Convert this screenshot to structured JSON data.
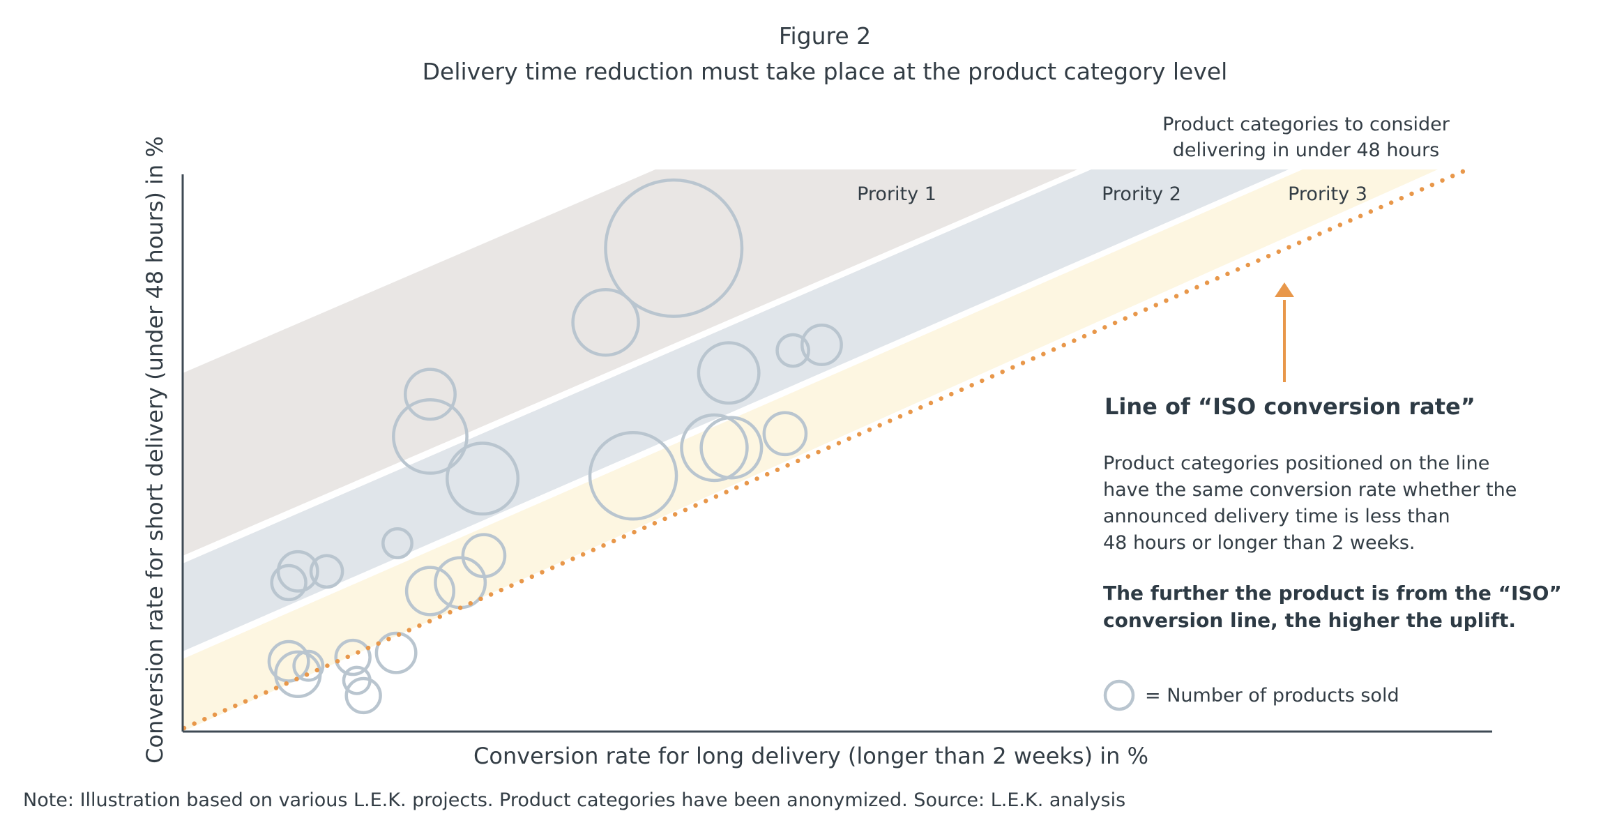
{
  "figure": {
    "label": "Figure 2",
    "title": "Delivery time reduction must take place at the product category level"
  },
  "chart_data": {
    "type": "bubble",
    "xlabel": "Conversion rate for long delivery (longer than 2 weeks) in %",
    "ylabel": "Conversion rate for short delivery (under 48 hours) in %",
    "xlim": [
      0,
      100
    ],
    "ylim": [
      0,
      100
    ],
    "ticks_shown": false,
    "grid": false,
    "bands": [
      {
        "name": "Prority 1",
        "color": "#e9e6e4"
      },
      {
        "name": "Prority 2",
        "color": "#e0e5ea"
      },
      {
        "name": "Prority 3",
        "color": "#fdf6e1"
      }
    ],
    "iso_line": {
      "x": [
        0,
        98
      ],
      "y": [
        0,
        100
      ],
      "style": "dotted",
      "color": "#e8974a"
    },
    "bubble_color": "#b9c5cf",
    "bubbles": [
      {
        "x": 37.5,
        "y": 86.0,
        "size": 5.2
      },
      {
        "x": 32.3,
        "y": 72.8,
        "size": 2.5
      },
      {
        "x": 18.9,
        "y": 52.5,
        "size": 2.8
      },
      {
        "x": 18.9,
        "y": 60.0,
        "size": 1.9
      },
      {
        "x": 22.9,
        "y": 45.0,
        "size": 2.7
      },
      {
        "x": 41.7,
        "y": 63.8,
        "size": 2.3
      },
      {
        "x": 46.6,
        "y": 67.8,
        "size": 1.2
      },
      {
        "x": 48.8,
        "y": 68.8,
        "size": 1.5
      },
      {
        "x": 34.4,
        "y": 45.5,
        "size": 3.3
      },
      {
        "x": 40.6,
        "y": 50.5,
        "size": 2.5
      },
      {
        "x": 41.9,
        "y": 50.5,
        "size": 2.3
      },
      {
        "x": 46.0,
        "y": 53.0,
        "size": 1.6
      },
      {
        "x": 8.8,
        "y": 28.5,
        "size": 1.5
      },
      {
        "x": 11.0,
        "y": 28.5,
        "size": 1.2
      },
      {
        "x": 8.1,
        "y": 26.5,
        "size": 1.3
      },
      {
        "x": 16.4,
        "y": 33.5,
        "size": 1.1
      },
      {
        "x": 18.9,
        "y": 25.0,
        "size": 1.8
      },
      {
        "x": 21.2,
        "y": 26.5,
        "size": 1.9
      },
      {
        "x": 23.0,
        "y": 31.3,
        "size": 1.6
      },
      {
        "x": 8.1,
        "y": 12.5,
        "size": 1.5
      },
      {
        "x": 9.6,
        "y": 11.7,
        "size": 1.1
      },
      {
        "x": 8.8,
        "y": 10.2,
        "size": 1.7
      },
      {
        "x": 13.0,
        "y": 13.2,
        "size": 1.3
      },
      {
        "x": 13.3,
        "y": 9.1,
        "size": 1.0
      },
      {
        "x": 13.8,
        "y": 6.4,
        "size": 1.3
      },
      {
        "x": 16.3,
        "y": 14.0,
        "size": 1.5
      }
    ],
    "legend": {
      "text": "= Number of products sold",
      "placement": "bottom-right"
    }
  },
  "annotations": {
    "consider_line1": "Product categories to consider",
    "consider_line2": "delivering in under 48 hours",
    "iso_heading": "Line of “ISO conversion rate”",
    "desc_lines": [
      "Product categories positioned on the line",
      "have the same conversion rate whether the",
      "announced delivery time is less than",
      "48 hours or longer than 2 weeks."
    ],
    "emph_lines": [
      "The further the product is from the “ISO”",
      "conversion line, the higher the uplift."
    ]
  },
  "note": "Note: Illustration based on various L.E.K. projects. Product categories have been anonymized.  Source: L.E.K. analysis",
  "colors": {
    "text": "#333d45",
    "axis": "#3e4a54",
    "arrow": "#e8974a"
  }
}
